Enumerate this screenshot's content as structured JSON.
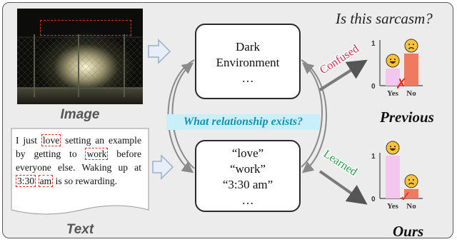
{
  "labels": {
    "image": "Image",
    "text": "Text"
  },
  "text_input": {
    "seg1": "I just ",
    "hl_love": "love",
    "seg2": " setting an example by getting to ",
    "hl_work": "work",
    "seg3": " before everyone else. Waking up at ",
    "hl_time1": "3:30",
    "seg4": " ",
    "hl_time2": "am",
    "seg5": " is so rewarding."
  },
  "image_box": {
    "line1": "Dark",
    "line2": "Environment",
    "line3": "…"
  },
  "text_box": {
    "line1": "“love”",
    "line2": "“work”",
    "line3": "“3:30 am”",
    "line4": "…"
  },
  "question": "What relationship exists?",
  "sarcasm_question": "Is this sarcasm?",
  "previous": {
    "tag": "Confused",
    "label": "Previous",
    "mark": "✗"
  },
  "ours": {
    "tag": "Learned",
    "label": "Ours",
    "mark": "✓"
  },
  "chart_data": [
    {
      "type": "bar",
      "categories": [
        "Yes",
        "No"
      ],
      "values": [
        0.4,
        0.75
      ],
      "ylim": [
        0,
        1
      ],
      "yticks": [
        "0",
        "1"
      ],
      "colors": [
        "#f3c6ee",
        "#ef7a5f"
      ]
    },
    {
      "type": "bar",
      "categories": [
        "Yes",
        "No"
      ],
      "values": [
        1.0,
        0.22
      ],
      "ylim": [
        0,
        1
      ],
      "yticks": [
        "0",
        "1"
      ],
      "colors": [
        "#f3c6ee",
        "#ef7a5f"
      ]
    }
  ],
  "colors": {
    "accent_red": "#e0302a",
    "question_blue": "#1a8fb0",
    "confused_red": "#d03050",
    "learned_green": "#2a9a4a"
  }
}
